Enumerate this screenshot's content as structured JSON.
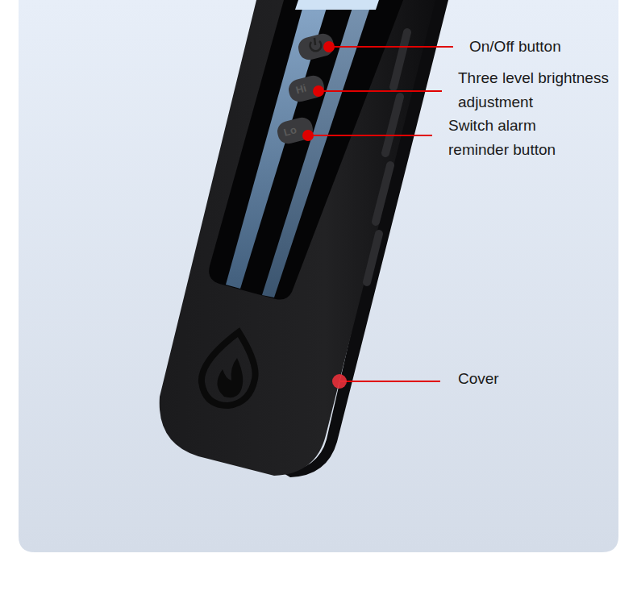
{
  "diagram": {
    "labels": [
      "On/Off button",
      "Three level brightness adjustment",
      "Switch alarm reminder button",
      "Cover",
      "Hi",
      "Lo"
    ]
  }
}
